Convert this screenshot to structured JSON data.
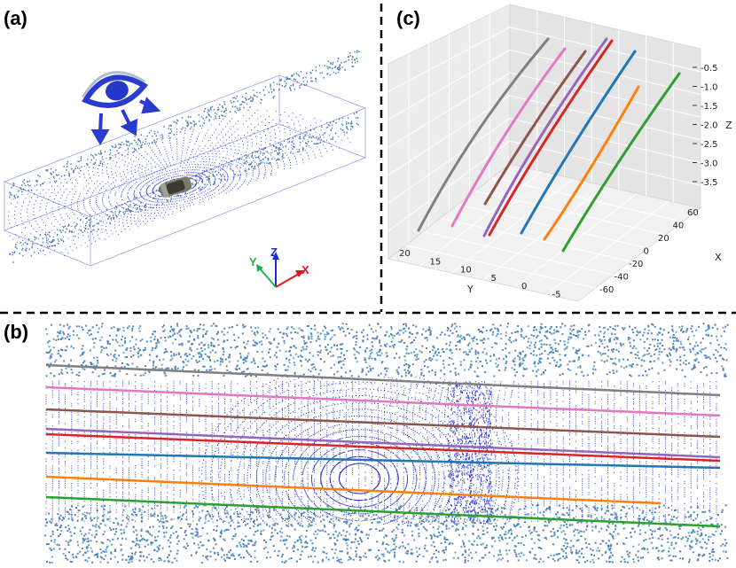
{
  "panels": {
    "a": {
      "label": "(a)"
    },
    "b": {
      "label": "(b)"
    },
    "c": {
      "label": "(c)"
    }
  },
  "axes_gizmo": {
    "x": "X",
    "y": "Y",
    "z": "Z",
    "colors": {
      "x": "#e8141c",
      "y": "#22b14c",
      "z": "#1b2ad6"
    }
  },
  "lane_colors": [
    "#7f7f7f",
    "#e377c2",
    "#8c564b",
    "#9467bd",
    "#d62728",
    "#1f77b4",
    "#ff7f0e",
    "#2ca02c"
  ],
  "plot3d": {
    "zlabel": "Z",
    "xlabel": "X",
    "ylabel": "Y",
    "z_ticks": [
      "-0.5",
      "-1.0",
      "-1.5",
      "-2.0",
      "-2.5",
      "-3.0",
      "-3.5"
    ],
    "x_ticks": [
      "60",
      "40",
      "20",
      "0",
      "-20",
      "-40",
      "-60"
    ],
    "y_ticks": [
      "20",
      "15",
      "10",
      "5",
      "0",
      "-5"
    ]
  },
  "icons": {
    "eye": "eye-icon",
    "car": "car-icon"
  }
}
